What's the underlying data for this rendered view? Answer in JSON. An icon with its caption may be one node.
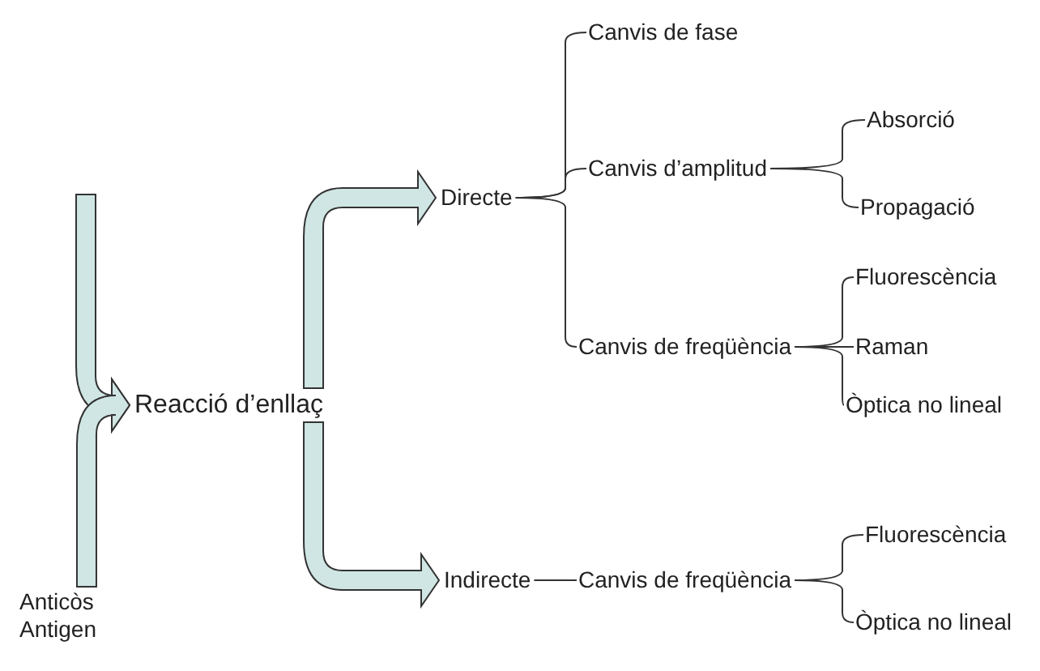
{
  "diagram": {
    "nodes": [
      {
        "text": [
          "Reacció d’enllaç"
        ]
      },
      {
        "text": [
          "Anticòs",
          "Antigen"
        ]
      },
      {
        "text": [
          "Directe"
        ]
      },
      {
        "text": [
          "Canvis de fase"
        ]
      },
      {
        "text": [
          "Canvis d’amplitud"
        ]
      },
      {
        "text": [
          "Absorció"
        ]
      },
      {
        "text": [
          "Propagació"
        ]
      },
      {
        "text": [
          "Canvis de freqüència"
        ]
      },
      {
        "text": [
          "Fluorescència"
        ]
      },
      {
        "text": [
          "Raman"
        ]
      },
      {
        "text": [
          "Òptica no lineal"
        ]
      },
      {
        "text": [
          "Indirecte"
        ]
      },
      {
        "text": [
          "Canvis de freqüència"
        ]
      },
      {
        "text": [
          "Fluorescència"
        ]
      },
      {
        "text": [
          "Òptica no lineal"
        ]
      }
    ],
    "edges": [
      {
        "from": null,
        "to": 0,
        "arrow": "to"
      },
      {
        "from": 1,
        "to": 0,
        "arrow": "to"
      },
      {
        "from": 0,
        "to": 2,
        "arrow": "to"
      },
      {
        "from": 0,
        "to": 11,
        "arrow": "to"
      },
      {
        "from": 2,
        "to": 3,
        "arrow": "none"
      },
      {
        "from": 2,
        "to": 4,
        "arrow": "none"
      },
      {
        "from": 2,
        "to": 7,
        "arrow": "none"
      },
      {
        "from": 4,
        "to": 5,
        "arrow": "none"
      },
      {
        "from": 4,
        "to": 6,
        "arrow": "none"
      },
      {
        "from": 7,
        "to": 8,
        "arrow": "none"
      },
      {
        "from": 7,
        "to": 9,
        "arrow": "none"
      },
      {
        "from": 7,
        "to": 10,
        "arrow": "none"
      },
      {
        "from": 11,
        "to": 12,
        "arrow": "none"
      },
      {
        "from": 12,
        "to": 13,
        "arrow": "none"
      },
      {
        "from": 12,
        "to": 14,
        "arrow": "none"
      }
    ]
  }
}
